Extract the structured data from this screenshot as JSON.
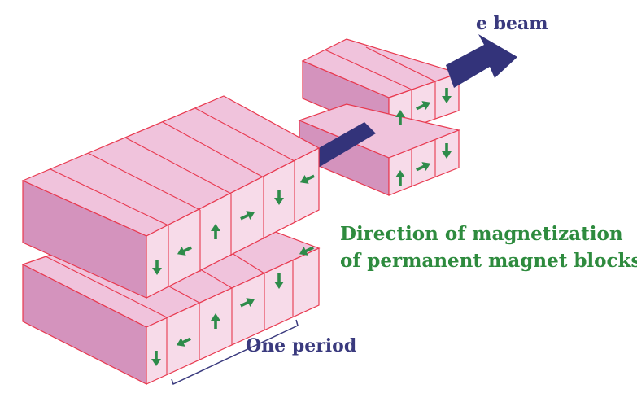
{
  "labels": {
    "beam": "e beam",
    "magnetization_line1": "Direction of magnetization",
    "magnetization_line2": "of permanent magnet blocks",
    "period": "One period"
  },
  "colors": {
    "magnet_top": "#f0c3dc",
    "magnet_front": "#f7dbe9",
    "magnet_side": "#d493bd",
    "magnet_edge": "#e8394f",
    "beam": "#33337a",
    "arrow": "#2e8b4a",
    "label_blue": "#3a3a7e",
    "label_green": "#2e8b3e"
  },
  "arrow_icons": [
    "down",
    "left",
    "up",
    "right"
  ]
}
